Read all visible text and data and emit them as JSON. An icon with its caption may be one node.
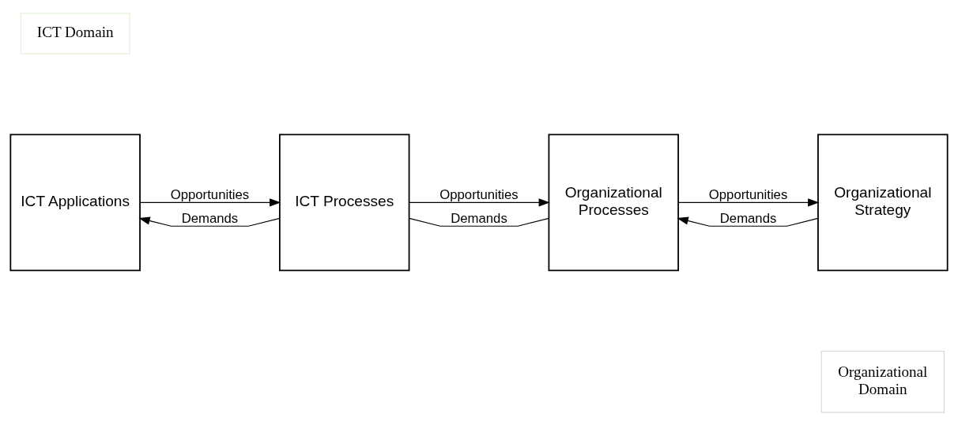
{
  "diagram": {
    "nodes": [
      {
        "text": [
          "ICT Domain"
        ]
      },
      {
        "text": [
          "ICT Applications"
        ]
      },
      {
        "text": [
          "ICT Processes"
        ]
      },
      {
        "text": [
          "Organizational Processes"
        ]
      },
      {
        "text": [
          "Organizational Strategy"
        ]
      },
      {
        "text": [
          "Organizational Domain"
        ]
      }
    ],
    "edges": [
      {
        "from": 1,
        "to": 2,
        "arrow": "to",
        "label": "Opportunities"
      },
      {
        "from": 2,
        "to": 3,
        "arrow": "to",
        "label": "Opportunities"
      },
      {
        "from": 3,
        "to": 4,
        "arrow": "to",
        "label": "Opportunities"
      },
      {
        "from": 2,
        "to": 1,
        "arrow": "to",
        "label": "Demands"
      },
      {
        "from": 2,
        "to": 3,
        "arrow": "none",
        "label": "Demands"
      },
      {
        "from": 4,
        "to": 3,
        "arrow": "to",
        "label": "Demands"
      }
    ]
  }
}
